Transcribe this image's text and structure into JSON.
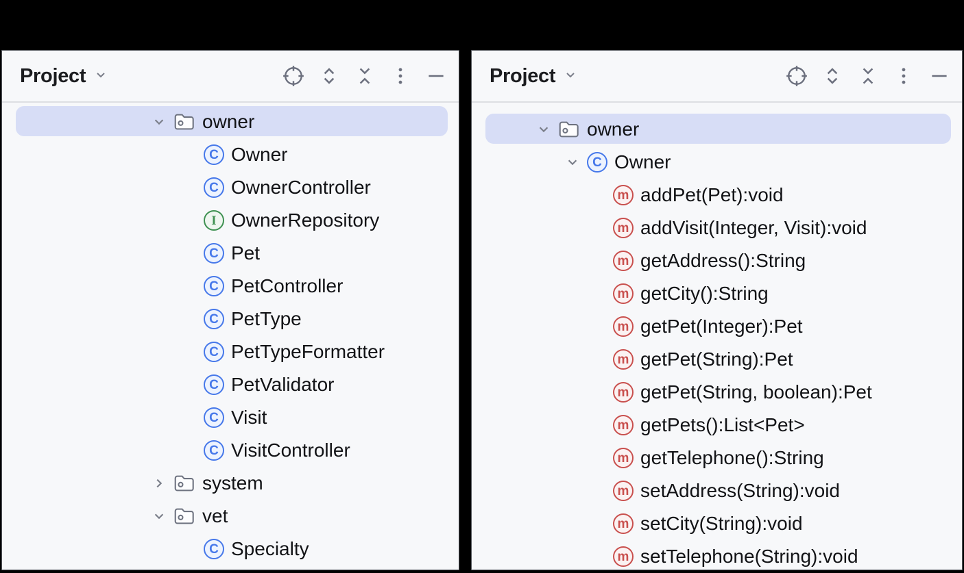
{
  "panels": [
    {
      "side": "left",
      "header": {
        "title": "Project"
      },
      "toolbar_icons": [
        "select-opened-file",
        "expand-all",
        "collapse-all",
        "more-options",
        "hide"
      ],
      "tree": [
        {
          "label": "owner",
          "kind": "package",
          "state": "expanded",
          "selected": true
        },
        {
          "label": "Owner",
          "kind": "class"
        },
        {
          "label": "OwnerController",
          "kind": "class"
        },
        {
          "label": "OwnerRepository",
          "kind": "interface"
        },
        {
          "label": "Pet",
          "kind": "class"
        },
        {
          "label": "PetController",
          "kind": "class"
        },
        {
          "label": "PetType",
          "kind": "class"
        },
        {
          "label": "PetTypeFormatter",
          "kind": "class"
        },
        {
          "label": "PetValidator",
          "kind": "class"
        },
        {
          "label": "Visit",
          "kind": "class"
        },
        {
          "label": "VisitController",
          "kind": "class"
        },
        {
          "label": "system",
          "kind": "package",
          "state": "collapsed"
        },
        {
          "label": "vet",
          "kind": "package",
          "state": "expanded"
        },
        {
          "label": "Specialty",
          "kind": "class"
        }
      ]
    },
    {
      "side": "right",
      "header": {
        "title": "Project"
      },
      "toolbar_icons": [
        "select-opened-file",
        "expand-all",
        "collapse-all",
        "more-options",
        "hide"
      ],
      "tree": [
        {
          "label": "owner",
          "kind": "package",
          "state": "expanded",
          "selected": true
        },
        {
          "label": "Owner",
          "kind": "class",
          "state": "expanded"
        },
        {
          "label": "addPet(Pet):void",
          "kind": "method"
        },
        {
          "label": "addVisit(Integer, Visit):void",
          "kind": "method"
        },
        {
          "label": "getAddress():String",
          "kind": "method"
        },
        {
          "label": "getCity():String",
          "kind": "method"
        },
        {
          "label": "getPet(Integer):Pet",
          "kind": "method"
        },
        {
          "label": "getPet(String):Pet",
          "kind": "method"
        },
        {
          "label": "getPet(String, boolean):Pet",
          "kind": "method"
        },
        {
          "label": "getPets():List<Pet>",
          "kind": "method"
        },
        {
          "label": "getTelephone():String",
          "kind": "method"
        },
        {
          "label": "setAddress(String):void",
          "kind": "method"
        },
        {
          "label": "setCity(String):void",
          "kind": "method"
        },
        {
          "label": "setTelephone(String):void",
          "kind": "method"
        }
      ]
    }
  ],
  "icon_letters": {
    "class": "C",
    "interface": "I",
    "method": "m"
  },
  "colors": {
    "panel_bg": "#F7F8FA",
    "selection_bg": "#D7DDF6",
    "class_blue": "#4678EA",
    "interface_green": "#3F9152",
    "method_red": "#C9504E",
    "icon_gray": "#6C707E",
    "text": "#121316"
  }
}
